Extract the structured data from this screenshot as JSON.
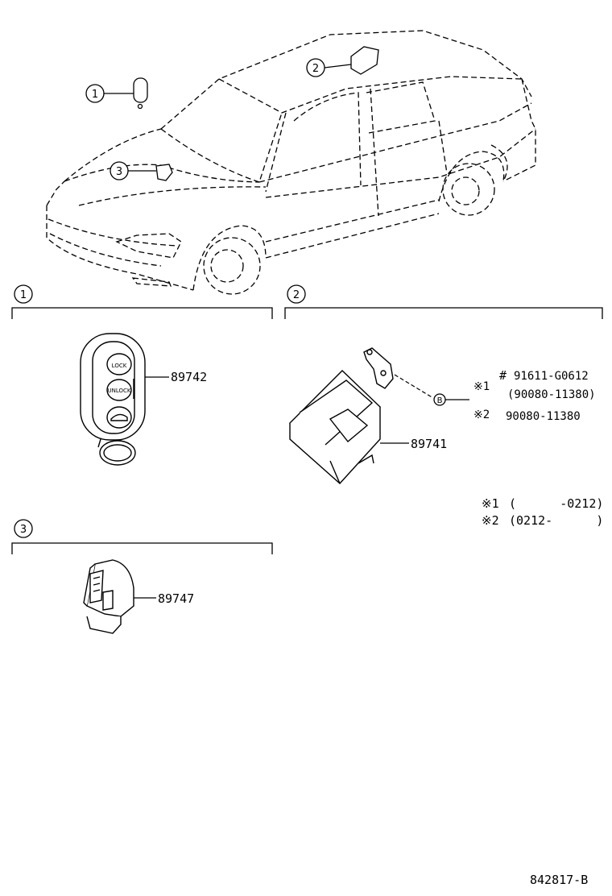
{
  "callouts": [
    "1",
    "2",
    "3"
  ],
  "bolt_marker": "B",
  "parts": {
    "remote": {
      "number": "89742",
      "buttons": [
        "LOCK",
        "UNLOCK"
      ]
    },
    "receiver": {
      "number": "89741"
    },
    "sensor": {
      "number": "89747"
    }
  },
  "bolt_notes": [
    {
      "mark": "※1",
      "symbol": "#",
      "text": "91611-G0612",
      "alt": "(90080-11380)"
    },
    {
      "mark": "※2",
      "text": "90080-11380"
    }
  ],
  "applicability": [
    {
      "mark": "※1",
      "range": "(      -0212)"
    },
    {
      "mark": "※2",
      "range": "(0212-      )"
    }
  ],
  "diagram_code": "842817-B"
}
